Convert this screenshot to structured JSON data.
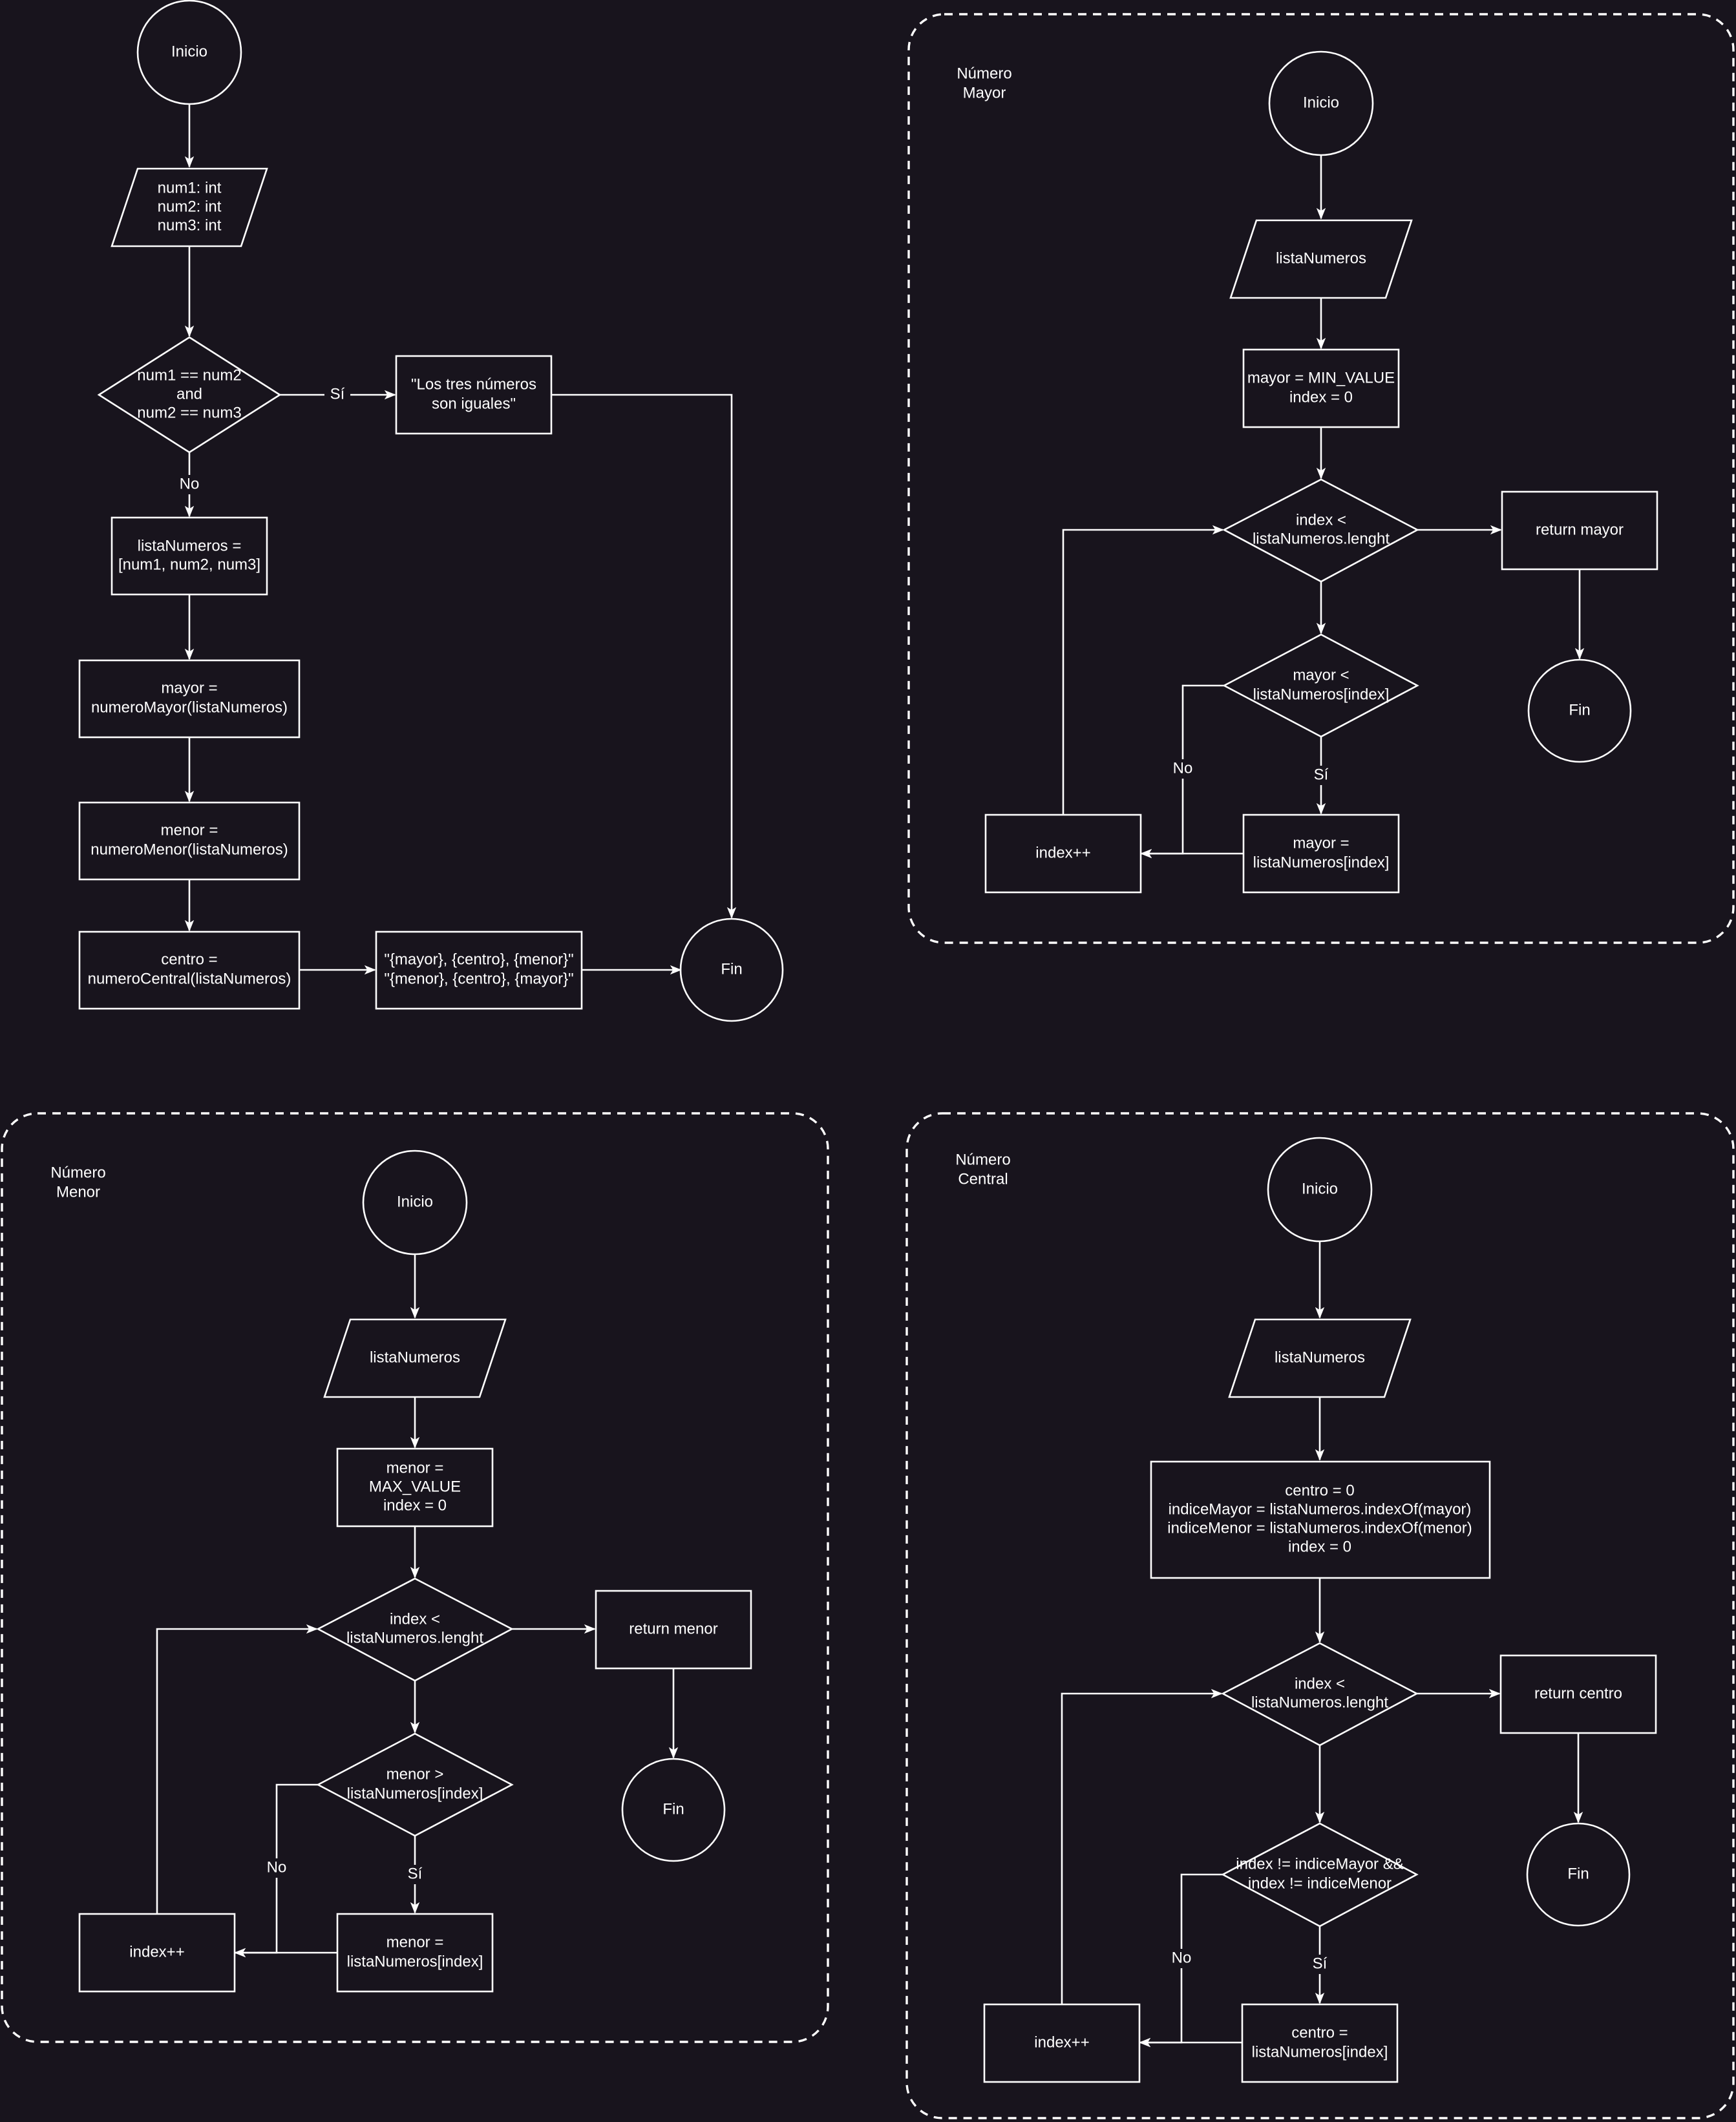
{
  "colors": {
    "background": "#18141d",
    "stroke": "#ffffff",
    "text": "#ffffff"
  },
  "main": {
    "start": "Inicio",
    "input": [
      "num1: int",
      "num2: int",
      "num3: int"
    ],
    "condition": [
      "num1 == num2",
      "and",
      "num2 == num3"
    ],
    "yes_label": "Sí",
    "no_label": "No",
    "equal_message": [
      "\"Los tres números",
      "son iguales\""
    ],
    "list_assign": [
      "listaNumeros =",
      "[num1, num2, num3]"
    ],
    "mayor_assign": [
      "mayor =",
      "numeroMayor(listaNumeros)"
    ],
    "menor_assign": [
      "menor =",
      "numeroMenor(listaNumeros)"
    ],
    "centro_assign": [
      "centro =",
      "numeroCentral(listaNumeros)"
    ],
    "output": [
      "\"{mayor}, {centro}, {menor}\"",
      "\"{menor}, {centro}, {mayor}\""
    ],
    "end": "Fin"
  },
  "mayor_fn": {
    "title": [
      "Número",
      "Mayor"
    ],
    "start": "Inicio",
    "input": "listaNumeros",
    "init": [
      "mayor = MIN_VALUE",
      "index = 0"
    ],
    "loop_cond": [
      "index <",
      "listaNumeros.lenght"
    ],
    "compare": [
      "mayor <",
      "listaNumeros[index]"
    ],
    "assign": [
      "mayor =",
      "listaNumeros[index]"
    ],
    "increment": "index++",
    "return": "return mayor",
    "end": "Fin",
    "yes_label": "Sí",
    "no_label": "No"
  },
  "menor_fn": {
    "title": [
      "Número",
      "Menor"
    ],
    "start": "Inicio",
    "input": "listaNumeros",
    "init": [
      "menor =",
      "MAX_VALUE",
      "index = 0"
    ],
    "loop_cond": [
      "index <",
      "listaNumeros.lenght"
    ],
    "compare": [
      "menor >",
      "listaNumeros[index]"
    ],
    "assign": [
      "menor =",
      "listaNumeros[index]"
    ],
    "increment": "index++",
    "return": "return menor",
    "end": "Fin",
    "yes_label": "Sí",
    "no_label": "No"
  },
  "central_fn": {
    "title": [
      "Número",
      "Central"
    ],
    "start": "Inicio",
    "input": "listaNumeros",
    "init": [
      "centro = 0",
      "indiceMayor = listaNumeros.indexOf(mayor)",
      "indiceMenor = listaNumeros.indexOf(menor)",
      "index = 0"
    ],
    "loop_cond": [
      "index <",
      "listaNumeros.lenght"
    ],
    "compare": [
      "index != indiceMayor &&",
      "index != indiceMenor"
    ],
    "assign": [
      "centro =",
      "listaNumeros[index]"
    ],
    "increment": "index++",
    "return": "return centro",
    "end": "Fin",
    "yes_label": "Sí",
    "no_label": "No"
  }
}
